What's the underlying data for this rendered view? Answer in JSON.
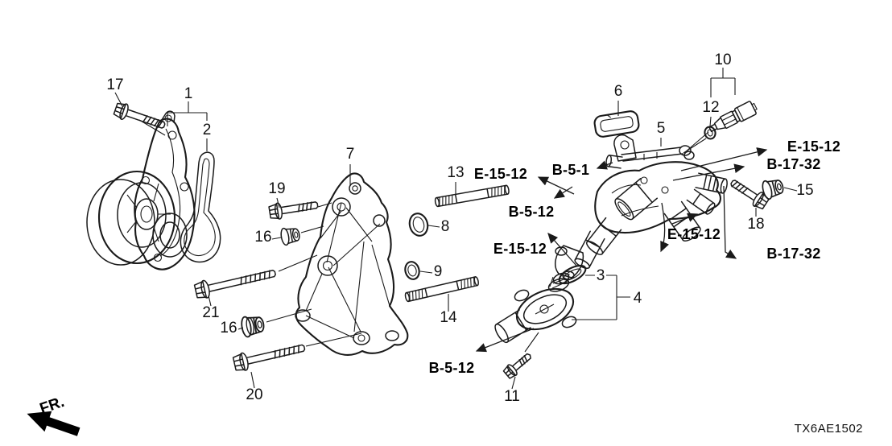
{
  "diagram": {
    "code": "TX6AE1502",
    "direction_indicator": "FR.",
    "background_color": "#ffffff",
    "line_color": "#1a1a1a",
    "description_parts_visible": "exploded parts diagram of water pump, mount bracket, water passage and thermostat with fasteners"
  },
  "part_labels": [
    {
      "label": "17"
    },
    {
      "label": "1"
    },
    {
      "label": "2"
    },
    {
      "label": "7"
    },
    {
      "label": "19"
    },
    {
      "label": "13"
    },
    {
      "label": "16"
    },
    {
      "label": "8"
    },
    {
      "label": "9"
    },
    {
      "label": "21"
    },
    {
      "label": "16"
    },
    {
      "label": "14"
    },
    {
      "label": "20"
    },
    {
      "label": "11"
    },
    {
      "label": "6"
    },
    {
      "label": "10"
    },
    {
      "label": "12"
    },
    {
      "label": "5"
    },
    {
      "label": "15"
    },
    {
      "label": "18"
    },
    {
      "label": "3"
    },
    {
      "label": "4"
    }
  ],
  "ref_labels": [
    {
      "code": "E-15-12"
    },
    {
      "code": "B-5-1"
    },
    {
      "code": "E-15-12"
    },
    {
      "code": "B-17-32"
    },
    {
      "code": "B-5-12"
    },
    {
      "code": "E-15-12"
    },
    {
      "code": "E-15-12"
    },
    {
      "code": "B-17-32"
    },
    {
      "code": "B-5-12"
    }
  ]
}
